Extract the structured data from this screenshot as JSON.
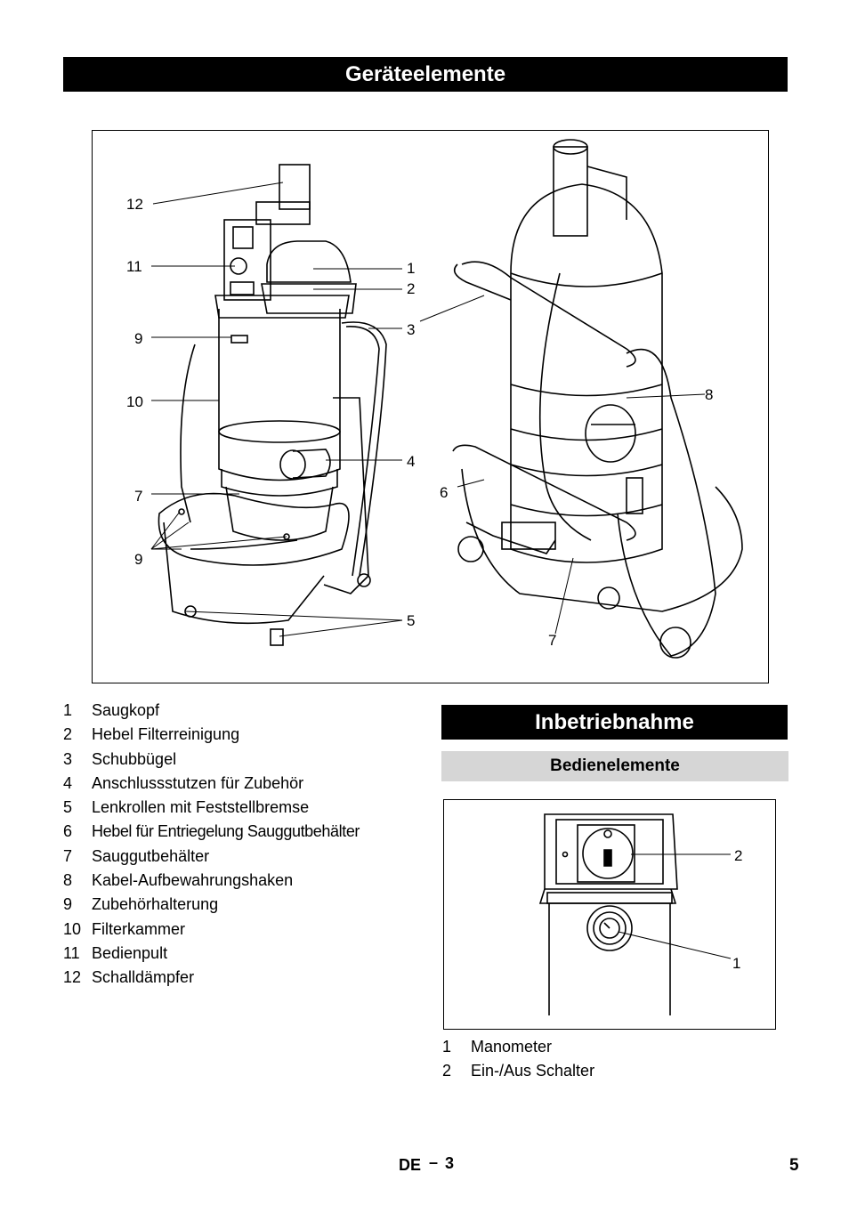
{
  "title": "Geräteelemente",
  "figure_labels": [
    "1",
    "2",
    "3",
    "4",
    "5",
    "6",
    "7",
    "8",
    "9",
    "9",
    "10",
    "11",
    "12",
    "7"
  ],
  "legend_main": [
    {
      "num": "1",
      "text": "Saugkopf"
    },
    {
      "num": "2",
      "text": "Hebel Filterreinigung"
    },
    {
      "num": "3",
      "text": "Schubbügel"
    },
    {
      "num": "4",
      "text": "Anschlussstutzen für Zubehör"
    },
    {
      "num": "5",
      "text": "Lenkrollen mit Feststellbremse"
    },
    {
      "num": "6",
      "text": "Hebel für Entriegelung Sauggutbehälter"
    },
    {
      "num": "7",
      "text": "Sauggutbehälter"
    },
    {
      "num": "8",
      "text": "Kabel-Aufbewahrungshaken"
    },
    {
      "num": "9",
      "text": "Zubehörhalterung"
    },
    {
      "num": "10",
      "text": "Filterkammer"
    },
    {
      "num": "11",
      "text": "Bedienpult"
    },
    {
      "num": "12",
      "text": "Schalldämpfer"
    }
  ],
  "section_title": "Inbetriebnahme",
  "subsection_title": "Bedienelemente",
  "panel_labels": [
    "2",
    "1"
  ],
  "legend_panel": [
    {
      "num": "1",
      "text": "Manometer"
    },
    {
      "num": "2",
      "text": "Ein-/Aus Schalter"
    }
  ],
  "footer": {
    "lang": "DE",
    "dash": "–",
    "section_page": "3",
    "page_number": "5"
  }
}
